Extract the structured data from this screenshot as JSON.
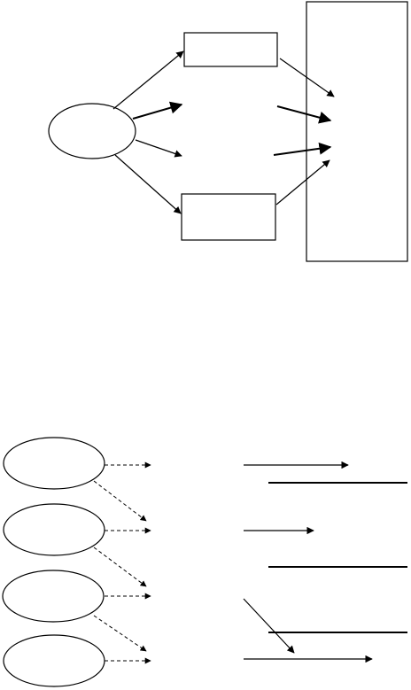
{
  "diagram": {
    "stroke_color": "#000000",
    "background_color": "#ffffff",
    "top_figure": {
      "shapes": [
        "source-ellipse",
        "upper-box",
        "lower-box",
        "target-panel"
      ],
      "labels": []
    },
    "bottom_figure": {
      "ellipse_count": 4,
      "labels": []
    }
  }
}
